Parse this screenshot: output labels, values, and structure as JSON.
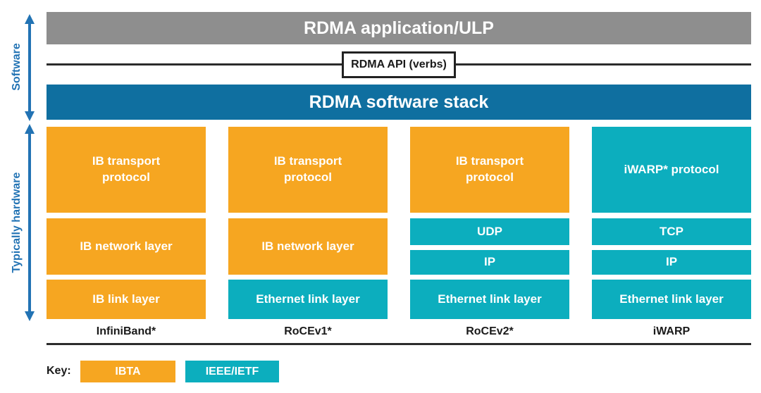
{
  "side": {
    "software": "Software",
    "hardware": "Typically hardware"
  },
  "header": {
    "application_bar": "RDMA application/ULP",
    "api_box": "RDMA API (verbs)",
    "software_stack_bar": "RDMA software stack"
  },
  "columns": [
    {
      "name": "InfiniBand*",
      "transport": "IB transport protocol",
      "network": "IB network layer",
      "link": "IB link layer"
    },
    {
      "name": "RoCEv1*",
      "transport": "IB transport protocol",
      "network": "IB network layer",
      "link": "Ethernet link layer"
    },
    {
      "name": "RoCEv2*",
      "transport": "IB transport protocol",
      "upper": "UDP",
      "lower": "IP",
      "link": "Ethernet link layer"
    },
    {
      "name": "iWARP",
      "transport": "iWARP* protocol",
      "upper": "TCP",
      "lower": "IP",
      "link": "Ethernet link layer"
    }
  ],
  "key": {
    "label": "Key:",
    "items": [
      {
        "label": "IBTA"
      },
      {
        "label": "IEEE/IETF"
      }
    ]
  },
  "colors": {
    "ibta-orange": "#F6A621",
    "ieee-ietf-teal": "#0CAEBE",
    "software-stack-blue": "#0F6FA0",
    "application-gray": "#8E8E8E",
    "arrow-blue": "#2273B4"
  }
}
